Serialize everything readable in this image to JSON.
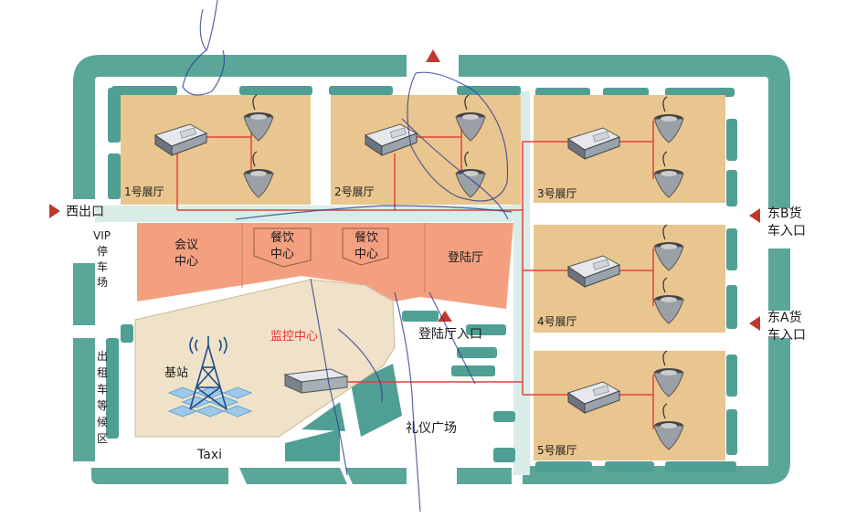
{
  "colors": {
    "road": "#5aa79a",
    "hall": "#e9c58f",
    "service": "#f4a080",
    "plaza": "#efe2c8",
    "line": "#e4413a",
    "arrow": "#c0392b",
    "block": "#4f9f94",
    "light": "#d9ece8"
  },
  "halls": [
    {
      "label": "1号展厅"
    },
    {
      "label": "2号展厅"
    },
    {
      "label": "3号展厅"
    },
    {
      "label": "4号展厅"
    },
    {
      "label": "5号展厅"
    }
  ],
  "rooms": {
    "meeting": [
      "会议",
      "中心"
    ],
    "dining1": [
      "餐饮",
      "中心"
    ],
    "dining2": [
      "餐饮",
      "中心"
    ],
    "check_in": "登陆厅"
  },
  "labels": {
    "west_exit": "西出口",
    "vip_parking": [
      "VIP",
      "停",
      "车",
      "场"
    ],
    "taxi_wait": [
      "出",
      "租",
      "车",
      "等",
      "候",
      "区"
    ],
    "monitor": "监控中心",
    "base_station": "基站",
    "taxi": "Taxi",
    "checkin_entrance": "登陆厅入口",
    "ceremony_plaza": "礼仪广场",
    "east_b": [
      "东B货",
      "车入口"
    ],
    "east_a": [
      "东A货",
      "车入口"
    ]
  },
  "icons": {
    "repeater": "repeater-unit-icon",
    "antenna": "ceiling-antenna-icon",
    "tower": "base-station-tower-icon",
    "monitor_device": "monitor-server-icon"
  }
}
